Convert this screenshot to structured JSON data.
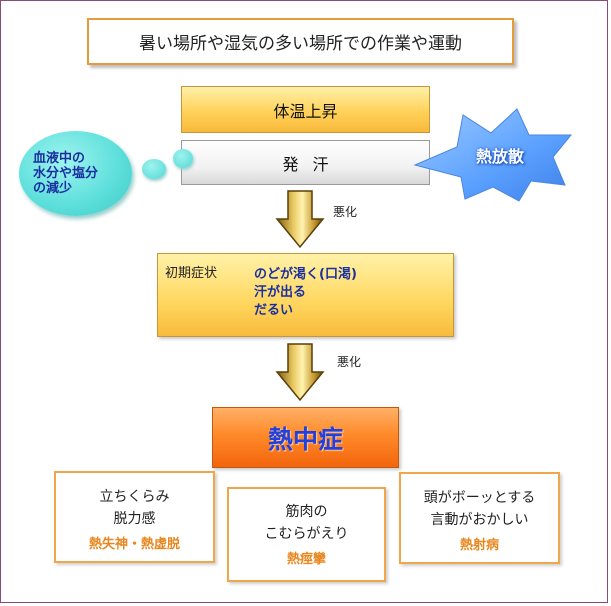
{
  "title": "暑い場所や湿気の多い場所での作業や運動",
  "body_temp": "体温上昇",
  "sweat": "発汗",
  "heat_dissipation": "熱放散",
  "cloud_text": "血液中の\n水分や塩分\nの減少",
  "worsen_1": "悪化",
  "worsen_2": "悪化",
  "initial": {
    "heading": "初期症状",
    "symptoms": [
      "のどが渇く(口渇)",
      "汗が出る",
      "だるい"
    ]
  },
  "heatstroke": "熱中症",
  "outcomes": [
    {
      "lines": [
        "立ちくらみ",
        "脱力感"
      ],
      "name": "熱失神・熱虚脱"
    },
    {
      "lines": [
        "筋肉の",
        "こむらがえり"
      ],
      "name": "熱痙攣"
    },
    {
      "lines": [
        "頭がボーッとする",
        "言動がおかしい"
      ],
      "name": "熱射病"
    }
  ],
  "colors": {
    "border": "#8a4a7a",
    "box_yellow": "#ffd25a",
    "box_orange": "#ff8a2a",
    "card_border": "#f0a64a",
    "text_blue": "#1a2fa0",
    "burst_blue": "#5aa0ff",
    "cloud_cyan": "#5fe0dc"
  }
}
